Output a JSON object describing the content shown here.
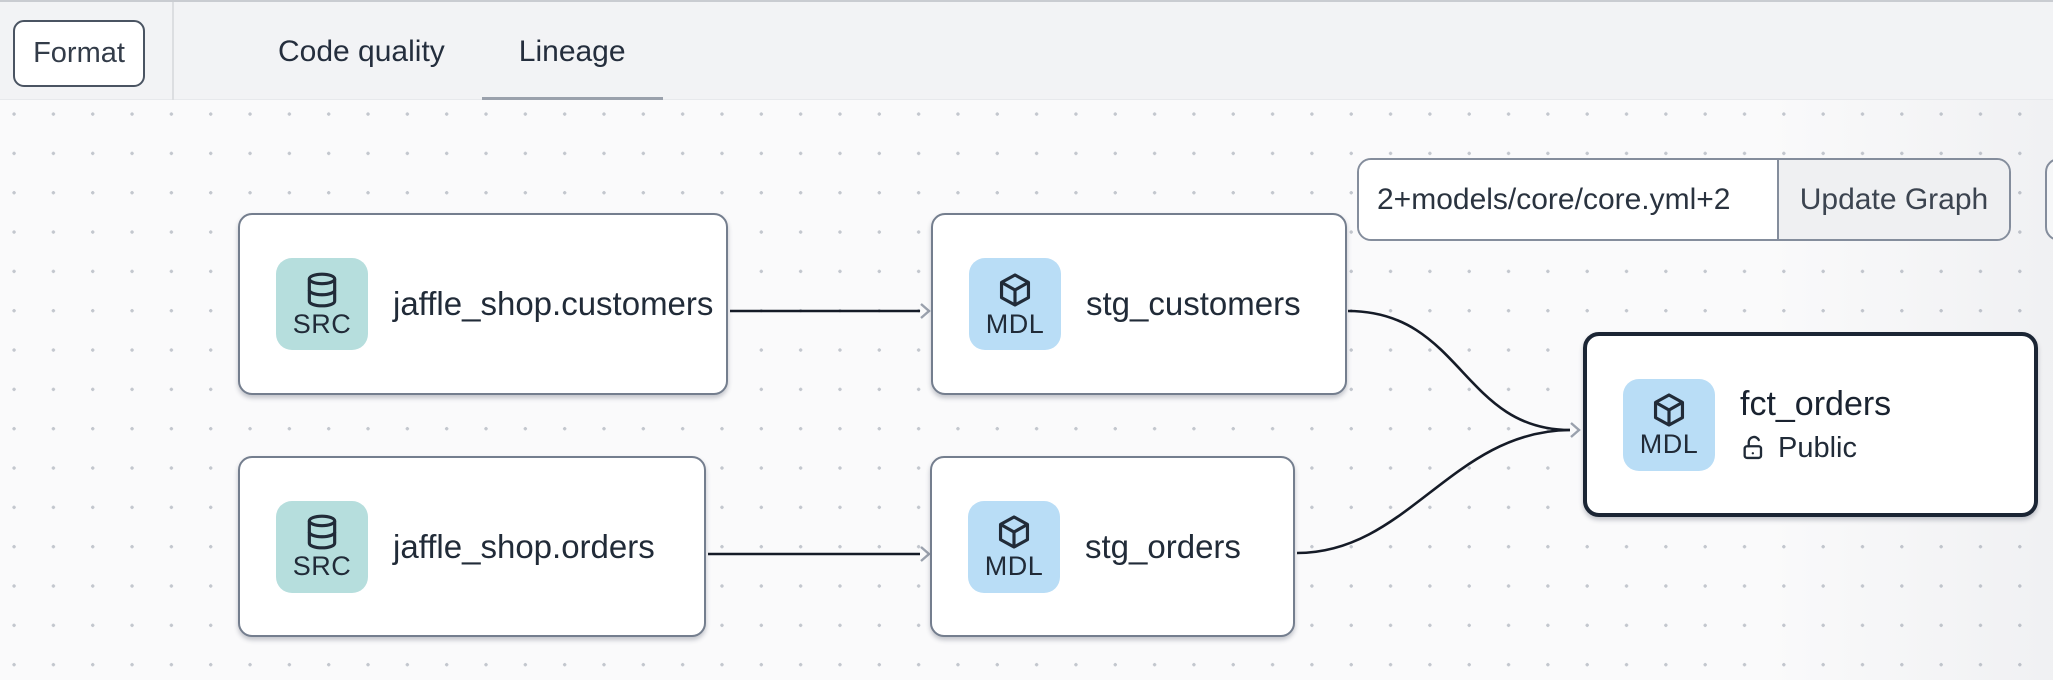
{
  "header": {
    "format_button_label": "Format",
    "tabs": [
      {
        "label": "Code quality",
        "active": false
      },
      {
        "label": "Lineage",
        "active": true
      }
    ]
  },
  "toolbar": {
    "selector_value": "2+models/core/core.yml+2",
    "update_button_label": "Update Graph"
  },
  "canvas": {
    "nodes": [
      {
        "id": "source-jaffle-shop-customers",
        "label": "jaffle_shop.customers",
        "badge": "SRC",
        "kind": "source",
        "icon": "database-icon",
        "selected": false
      },
      {
        "id": "source-jaffle-shop-orders",
        "label": "jaffle_shop.orders",
        "badge": "SRC",
        "kind": "source",
        "icon": "database-icon",
        "selected": false
      },
      {
        "id": "model-stg-customers",
        "label": "stg_customers",
        "badge": "MDL",
        "kind": "model",
        "icon": "cube-icon",
        "selected": false
      },
      {
        "id": "model-stg-orders",
        "label": "stg_orders",
        "badge": "MDL",
        "kind": "model",
        "icon": "cube-icon",
        "selected": false
      },
      {
        "id": "model-fct-orders",
        "label": "fct_orders",
        "badge": "MDL",
        "kind": "model",
        "icon": "cube-icon",
        "selected": true,
        "access": "Public",
        "access_icon": "lock-open-icon"
      }
    ],
    "edges": [
      {
        "from": "source-jaffle-shop-customers",
        "to": "model-stg-customers"
      },
      {
        "from": "source-jaffle-shop-orders",
        "to": "model-stg-orders"
      },
      {
        "from": "model-stg-customers",
        "to": "model-fct-orders"
      },
      {
        "from": "model-stg-orders",
        "to": "model-fct-orders"
      }
    ]
  },
  "colors": {
    "header_bg": "#f2f3f5",
    "canvas_bg": "#fafafb",
    "grid_dot": "#c3c7ce",
    "node_border": "#747e8e",
    "selected_node_border": "#1b2534",
    "source_icon_bg": "#b6dedd",
    "model_icon_bg": "#b9ddf6",
    "edge_stroke": "#151b27",
    "arrowhead": "#9aa1ad",
    "tab_underline": "#9aa1ac",
    "text_dark": "#212b38"
  }
}
